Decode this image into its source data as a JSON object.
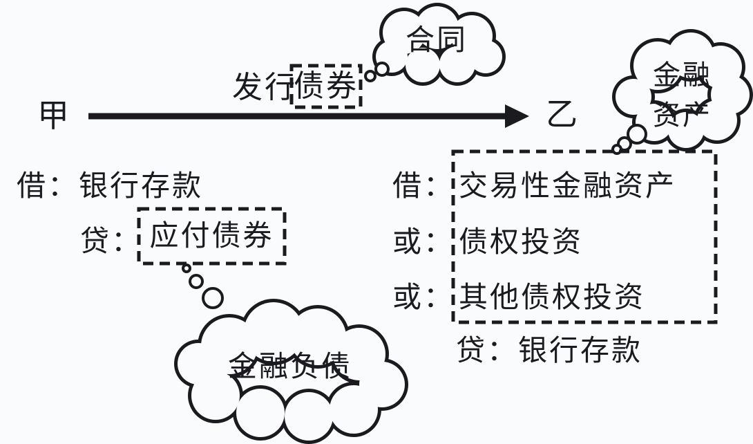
{
  "diagram": {
    "party_a": "甲",
    "party_b": "乙",
    "arrow_label": {
      "prefix": "发行",
      "boxed": "债券"
    },
    "clouds": {
      "contract": "合同",
      "financial_asset_line1": "金融",
      "financial_asset_line2": "资产",
      "financial_liability": "金融负债"
    },
    "party_a_entries": {
      "debit": "借：银行存款",
      "credit_prefix": "贷：",
      "credit_boxed": "应付债券"
    },
    "party_b_entries": {
      "debit_prefix": "借：",
      "debit_boxed": "交易性金融资产",
      "alt1_prefix": "或：",
      "alt1_boxed": "债权投资",
      "alt2_prefix": "或：",
      "alt2_boxed": "其他债权投资",
      "credit": "贷：银行存款"
    },
    "colors": {
      "ink": "#1b1b1f",
      "background": "#fafbfd"
    }
  }
}
